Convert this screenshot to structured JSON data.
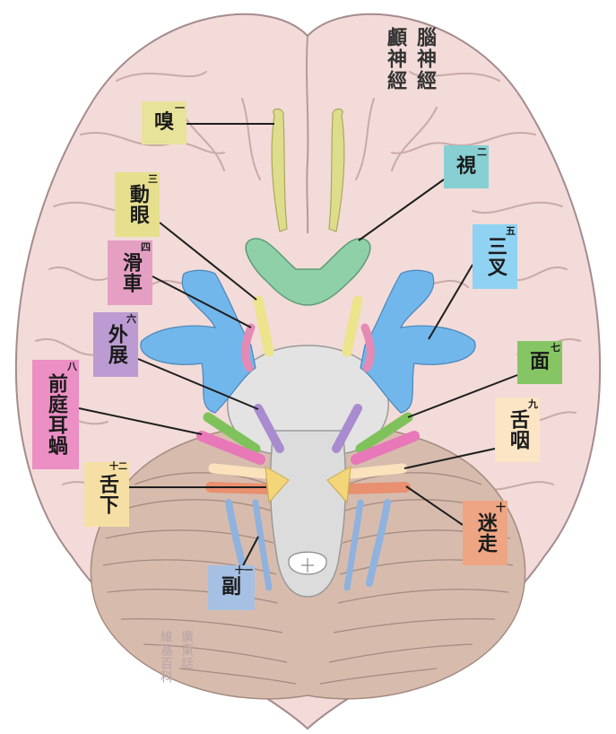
{
  "title": {
    "line1": "腦神經",
    "line2": "顱神經"
  },
  "watermark": {
    "line1": "廣東話",
    "line2": "維基百科"
  },
  "labels": {
    "olfactory": {
      "text": "嗅",
      "num": "一",
      "color": "#e8e39a"
    },
    "optic": {
      "text": "視",
      "num": "二",
      "color": "#87cfd2"
    },
    "oculomotor": {
      "text": "動眼",
      "num": "三",
      "color": "#e6e08e"
    },
    "trochlear": {
      "text": "滑車",
      "num": "四",
      "color": "#e59fc3"
    },
    "trigeminal": {
      "text": "三叉",
      "num": "五",
      "color": "#8fd2f2"
    },
    "abducens": {
      "text": "外展",
      "num": "六",
      "color": "#bb9bd2"
    },
    "facial": {
      "text": "面",
      "num": "七",
      "color": "#86c564"
    },
    "vestibulocochlear": {
      "text": "前庭耳蝸",
      "num": "八",
      "color": "#ec8fc5"
    },
    "glossopharyngeal": {
      "text": "舌咽",
      "num": "九",
      "color": "#fbe5c4"
    },
    "vagus": {
      "text": "迷走",
      "num": "十",
      "color": "#eea583"
    },
    "accessory": {
      "text": "副",
      "num": "十一",
      "color": "#a6c0e3"
    },
    "hypoglossal": {
      "text": "舌下",
      "num": "十二",
      "color": "#f6dfa4"
    }
  },
  "colors": {
    "brain": "#f2dbd8",
    "brain_outline": "#a58b8d",
    "sulcus": "#c9aaa9",
    "cerebellum": "#d7bcae",
    "brainstem": "#dcdcdc",
    "olfactory_nerve": "#dedd8c",
    "optic_nerve": "#8fd0a8",
    "trigeminal_nerve": "#72b7ec",
    "leader_line": "#1e1e1e"
  }
}
